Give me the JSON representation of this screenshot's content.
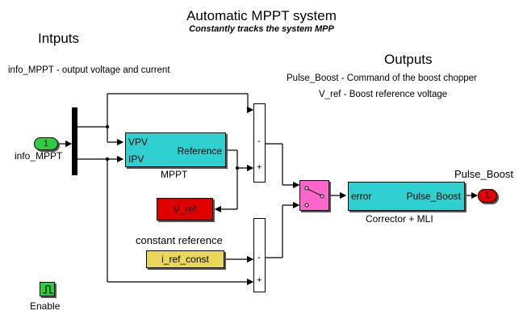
{
  "header": {
    "title": "Automatic MPPT system",
    "subtitle": "Constantly tracks the system MPP"
  },
  "inputs": {
    "heading": "Intputs",
    "description": "info_MPPT - output voltage and current"
  },
  "outputs": {
    "heading": "Outputs",
    "line1": "Pulse_Boost - Command of the boost chopper",
    "line2": "V_ref - Boost reference voltage"
  },
  "blocks": {
    "inport_number": "1",
    "inport_name": "info_MPPT",
    "mppt": {
      "port_vpv": "VPV",
      "port_ipv": "IPV",
      "port_ref": "Reference",
      "name": "MPPT"
    },
    "vref": "V_ref",
    "constant_caption": "constant reference",
    "iref": "i_ref_const",
    "sum_signs": {
      "minus": "-",
      "plus": "+"
    },
    "corrector": {
      "port_in": "error",
      "port_out": "Pulse_Boost",
      "name": "Corrector + MLI"
    },
    "outport_number": "1",
    "outport_name": "Pulse_Boost",
    "enable": "Enable"
  },
  "colors": {
    "cyan": "#30D0D0",
    "red": "#E00000",
    "yellow": "#EAD75A",
    "green": "#2ECC40",
    "magenta": "#FF66CC"
  }
}
